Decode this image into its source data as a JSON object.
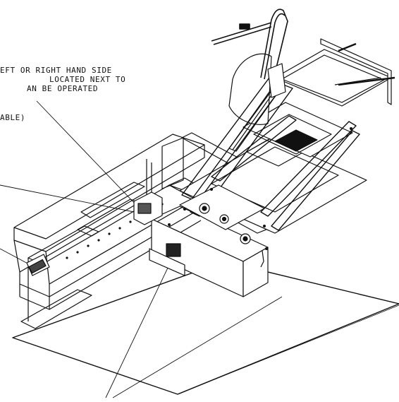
{
  "annotation": {
    "lines": [
      "EFT OR RIGHT HAND SIDE",
      "LOCATED NEXT TO",
      "AN BE OPERATED",
      "ABLE)"
    ]
  },
  "colors": {
    "ink": "#111111",
    "paper": "#ffffff"
  }
}
